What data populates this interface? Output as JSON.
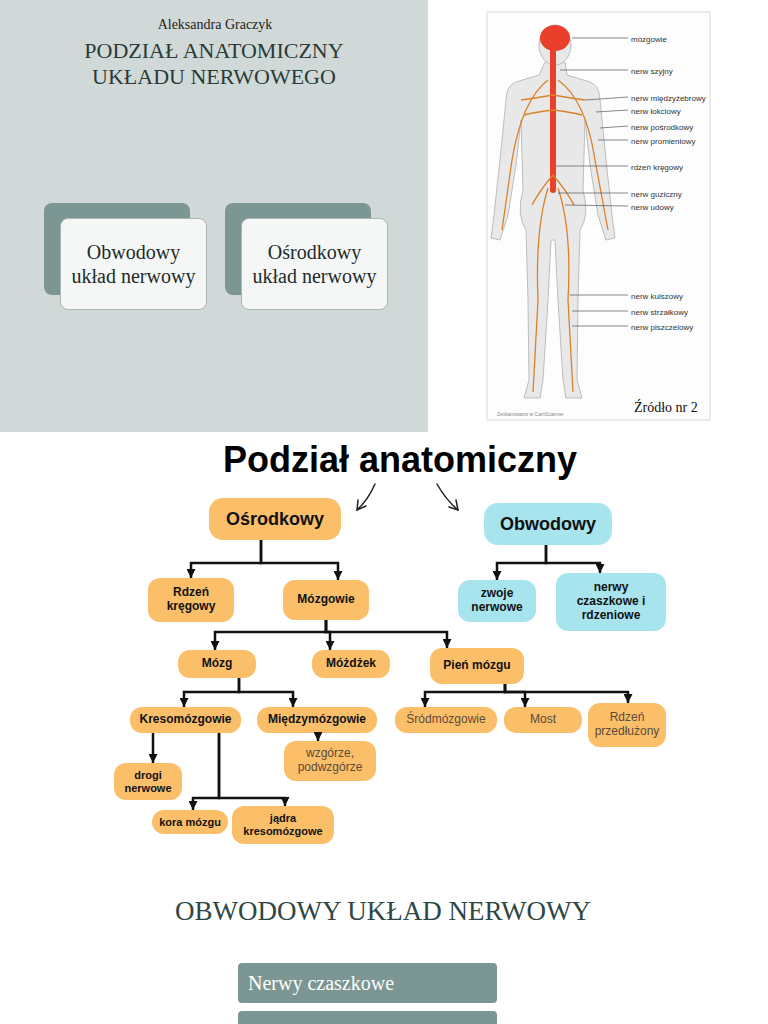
{
  "diagram": {
    "title": "Podział anatomiczny",
    "nodes": [
      {
        "text": [
          "Obwodowy układ nerwowy"
        ]
      },
      {
        "text": [
          "Ośrodkowy układ nerwowy"
        ]
      },
      {
        "text": [
          "Ośrodkowy"
        ]
      },
      {
        "text": [
          "Obwodowy"
        ]
      },
      {
        "text": [
          "Rdzeń kręgowy"
        ]
      },
      {
        "text": [
          "Mózgowie"
        ]
      },
      {
        "text": [
          "zwoje nerwowe"
        ]
      },
      {
        "text": [
          "nerwy czaszkowe i rdzeniowe"
        ]
      },
      {
        "text": [
          "Mózg"
        ]
      },
      {
        "text": [
          "Móżdżek"
        ]
      },
      {
        "text": [
          "Pień mózgu"
        ]
      },
      {
        "text": [
          "Kresomózgowie"
        ]
      },
      {
        "text": [
          "Międzymózgowie"
        ]
      },
      {
        "text": [
          "Śródmózgowie"
        ]
      },
      {
        "text": [
          "Most"
        ]
      },
      {
        "text": [
          "Rdzeń przedłużony"
        ]
      },
      {
        "text": [
          "wzgórze, podwzgórze"
        ]
      },
      {
        "text": [
          "drogi nerwowe"
        ]
      },
      {
        "text": [
          "kora mózgu"
        ]
      },
      {
        "text": [
          "jądra kresomózgowe"
        ]
      },
      {
        "text": [
          "Nerwy czaszkowe"
        ]
      }
    ],
    "edges": [
      {
        "from": 2,
        "to": 4,
        "arrow": "to"
      },
      {
        "from": 2,
        "to": 5,
        "arrow": "to"
      },
      {
        "from": 3,
        "to": 6,
        "arrow": "to"
      },
      {
        "from": 3,
        "to": 7,
        "arrow": "to"
      },
      {
        "from": 5,
        "to": 8,
        "arrow": "to"
      },
      {
        "from": 5,
        "to": 9,
        "arrow": "to"
      },
      {
        "from": 5,
        "to": 10,
        "arrow": "to"
      },
      {
        "from": 8,
        "to": 11,
        "arrow": "to"
      },
      {
        "from": 8,
        "to": 12,
        "arrow": "to"
      },
      {
        "from": 10,
        "to": 13,
        "arrow": "to"
      },
      {
        "from": 10,
        "to": 14,
        "arrow": "to"
      },
      {
        "from": 10,
        "to": 15,
        "arrow": "to"
      },
      {
        "from": 12,
        "to": 16,
        "arrow": "to"
      },
      {
        "from": 11,
        "to": 17,
        "arrow": "to"
      },
      {
        "from": 11,
        "to": 18,
        "arrow": "to"
      },
      {
        "from": 11,
        "to": 19,
        "arrow": "to"
      }
    ],
    "labels": [
      "Aleksandra Graczyk",
      "PODZIAŁ ANATOMICZNY UKŁADU NERWOWEGO",
      "mózgowie",
      "nerw szyjny",
      "nerw międzyżebrowy",
      "nerw łokciowy",
      "nerw pośrodkowy",
      "nerw promieniowy",
      "rdzeń kręgowy",
      "nerw guziczny",
      "nerw udowy",
      "nerw kulszowy",
      "nerw strzałkowy",
      "nerw piszczelowy",
      "Źródło nr 2",
      "Zeskanowano w CamScanner",
      "OBWODOWY UKŁAD NERWOWY"
    ]
  }
}
